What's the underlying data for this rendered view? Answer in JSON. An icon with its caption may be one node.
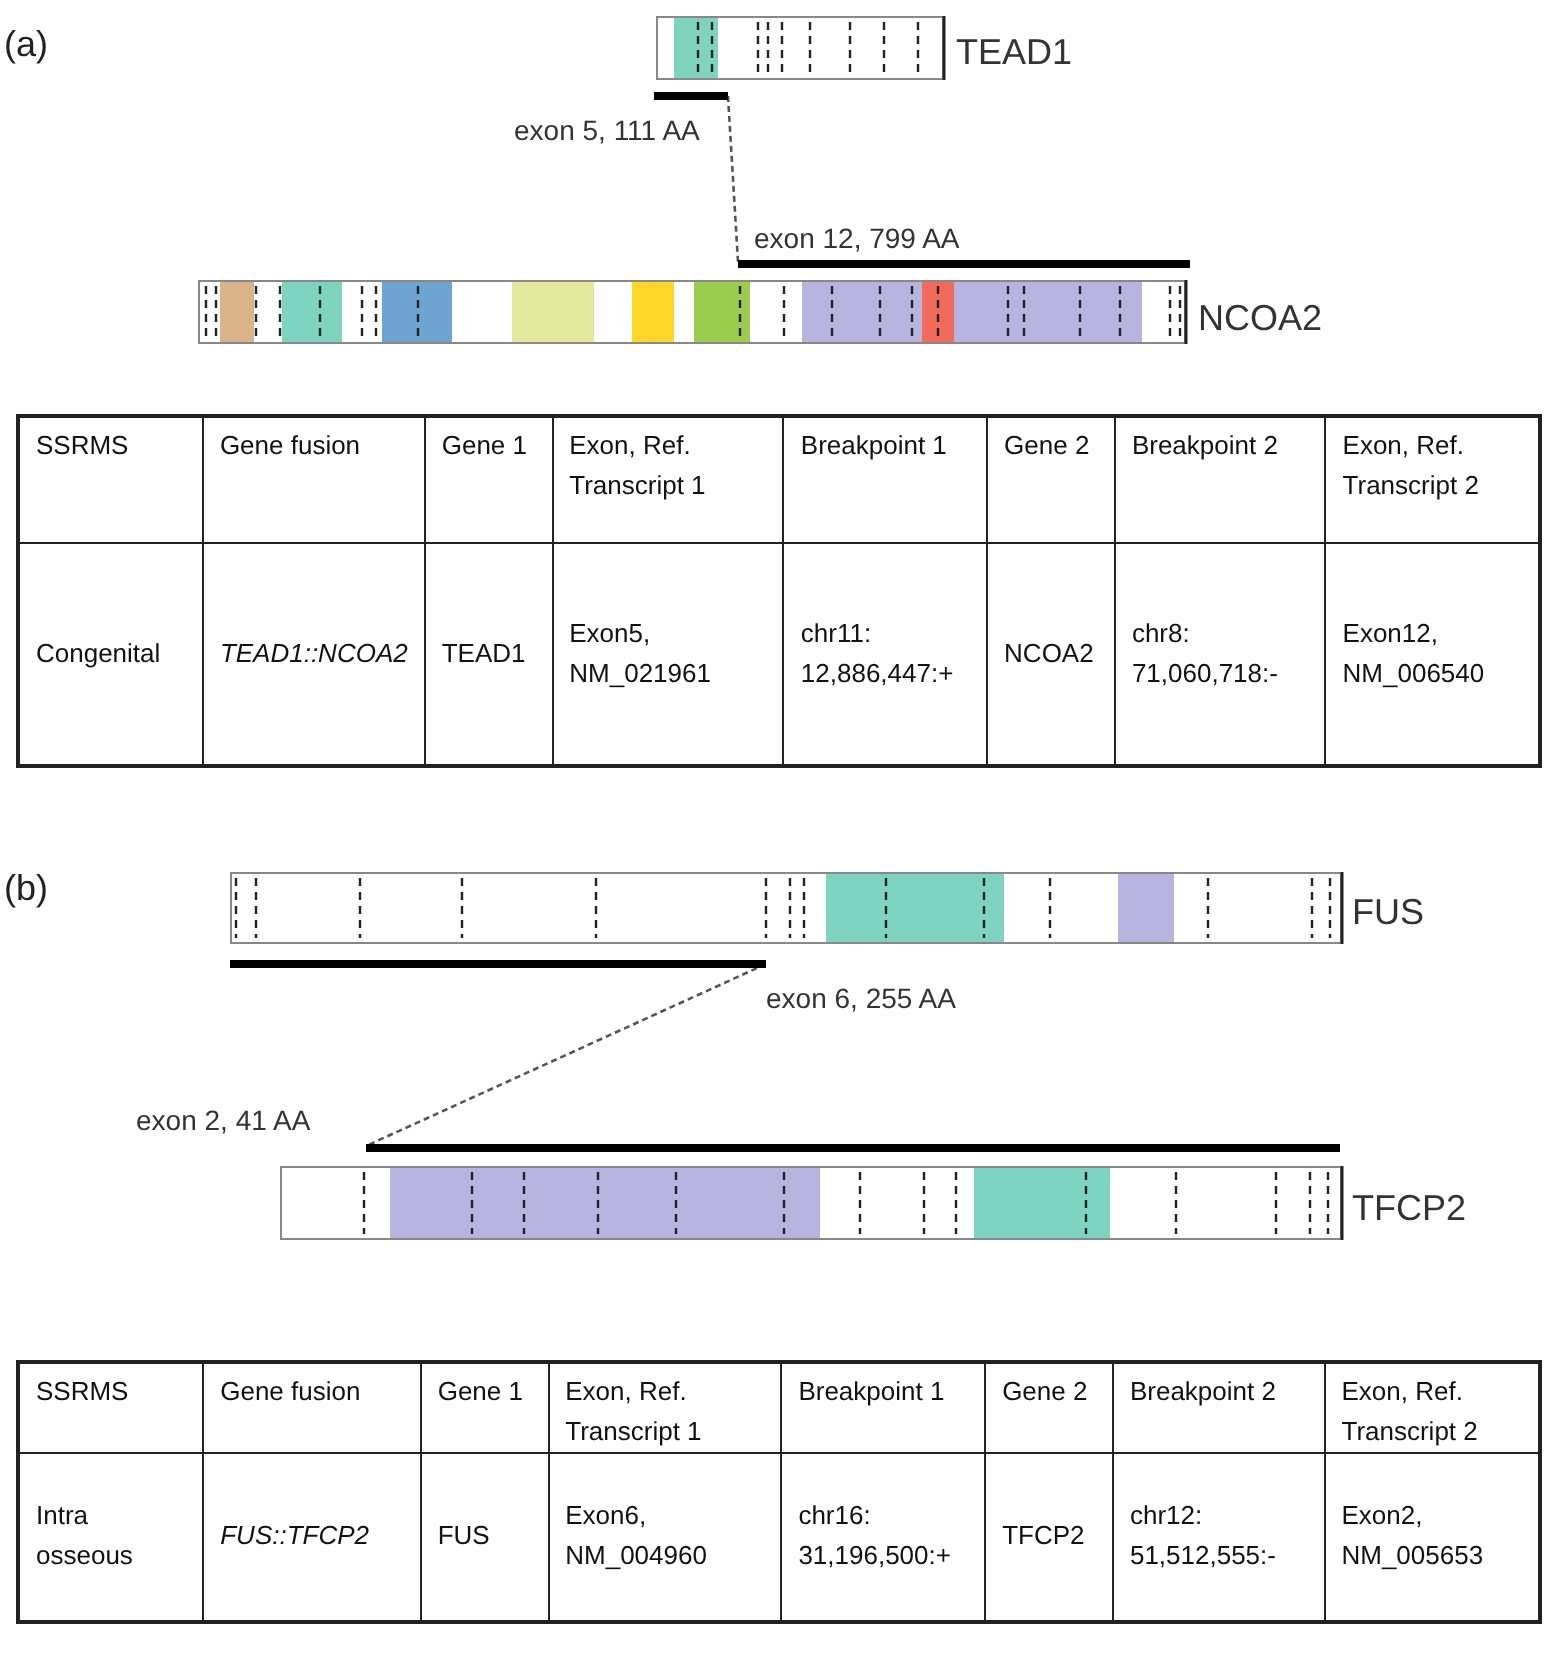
{
  "diagram": {
    "nodes": [
      {
        "text": [
          "TEAD1"
        ]
      },
      {
        "text": [
          "exon 5, 111 AA"
        ]
      },
      {
        "text": [
          "exon 12, 799 AA"
        ]
      },
      {
        "text": [
          "NCOA2"
        ]
      },
      {
        "text": [
          "FUS"
        ]
      },
      {
        "text": [
          "exon 6, 255 AA"
        ]
      },
      {
        "text": [
          "exon 2, 41 AA"
        ]
      },
      {
        "text": [
          "TFCP2"
        ]
      }
    ],
    "edges": [
      {
        "from": 1,
        "to": 2,
        "arrow": "none",
        "style": "dashed"
      },
      {
        "from": 5,
        "to": 6,
        "arrow": "none",
        "style": "dashed"
      }
    ],
    "labels": [
      "(a)",
      "SSRMS",
      "Gene fusion",
      "Gene 1",
      "Exon, Ref. Transcript 1",
      "Breakpoint 1",
      "Gene 2",
      "Breakpoint 2",
      "Exon, Ref. Transcript 2",
      "Congenital",
      "TEAD1::NCOA2",
      "TEAD1",
      "Exon5, NM_021961",
      "chr11: 12,886,447:+",
      "NCOA2",
      "chr8: 71,060,718:-",
      "Exon12, NM_006540",
      "(b)",
      "SSRMS",
      "Gene fusion",
      "Gene 1",
      "Exon, Ref. Transcript 1",
      "Breakpoint 1",
      "Gene 2",
      "Breakpoint 2",
      "Exon, Ref. Transcript 2",
      "Intra osseous",
      "FUS::TFCP2",
      "FUS",
      "Exon6, NM_004960",
      "chr16: 31,196,500:+",
      "TFCP2",
      "chr12: 51,512,555:-",
      "Exon2, NM_005653"
    ]
  }
}
